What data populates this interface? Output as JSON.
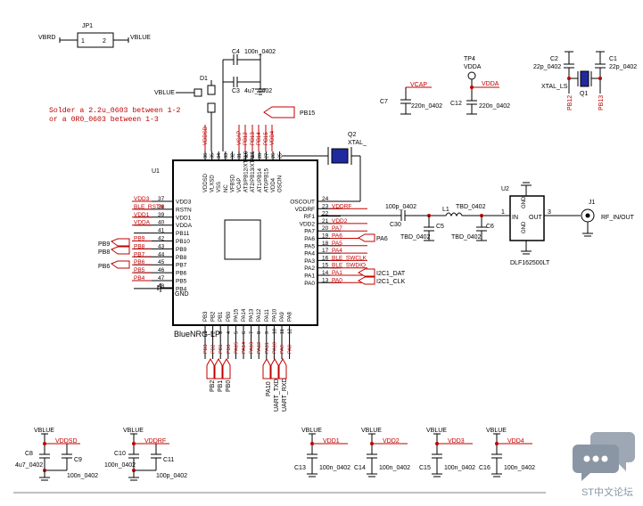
{
  "note": {
    "line1": "Solder a 2.2u_0603 between 1-2",
    "line2": "or a 0R0_0603 between 1-3"
  },
  "jumper": {
    "ref": "JP1",
    "left_net": "VBRD",
    "right_net": "VBLUE",
    "pin1": "1",
    "pin2": "2"
  },
  "diode": {
    "ref": "D1",
    "net": "VBLUE"
  },
  "caps_top": [
    {
      "ref": "C4",
      "value": "100n_0402"
    },
    {
      "ref": "C3",
      "value": "4u7_0402"
    },
    {
      "ref": "C7",
      "value": "220n_0402"
    },
    {
      "ref": "C12",
      "value": "220n_0402"
    },
    {
      "ref": "C2",
      "value": "22p_0402"
    },
    {
      "ref": "C1",
      "value": "22p_0402"
    }
  ],
  "tp4": {
    "ref": "TP4",
    "net": "VDDA"
  },
  "net_vcap": "VCAP",
  "net_vdda": "VDDA",
  "xtal_ls": {
    "ref": "Q1",
    "label": "XTAL_LS",
    "pin_left": "PB12",
    "pin_right": "PB13"
  },
  "xtal_hs": {
    "ref": "Q2",
    "label": "XTAL_"
  },
  "pb15_label": "PB15",
  "chip": {
    "ref": "U1",
    "name": "BlueNRG-LP",
    "left_pins": [
      {
        "num": "37",
        "name": "VDD3",
        "net": "VDD3"
      },
      {
        "num": "38",
        "name": "RSTN",
        "net": "BLE_RSTN"
      },
      {
        "num": "39",
        "name": "VDD1",
        "net": "VDD1"
      },
      {
        "num": "40",
        "name": "VDDA",
        "net": "VDDA"
      },
      {
        "num": "41",
        "name": "PB11",
        "net": ""
      },
      {
        "num": "42",
        "name": "PB10",
        "net": "PB9"
      },
      {
        "num": "43",
        "name": "PB9",
        "net": "PB8"
      },
      {
        "num": "44",
        "name": "PB8",
        "net": "PB7"
      },
      {
        "num": "45",
        "name": "PB7",
        "net": "PB6"
      },
      {
        "num": "46",
        "name": "PB6",
        "net": "PB5"
      },
      {
        "num": "47",
        "name": "PB5",
        "net": "PB4"
      },
      {
        "num": "48",
        "name": "PB4",
        "net": ""
      }
    ],
    "left_side_labels": [
      "PB9",
      "PB8",
      "PB6"
    ],
    "gnd_pin": "GND",
    "top_pins": [
      {
        "num": "36",
        "name": "VDDSD"
      },
      {
        "num": "35",
        "name": "VLXSD"
      },
      {
        "num": "34",
        "name": "VSS"
      },
      {
        "num": "33",
        "name": "NC"
      },
      {
        "num": "32",
        "name": "VFBSD"
      },
      {
        "num": "31",
        "name": "VCAP"
      },
      {
        "num": "30",
        "name": "AT3/PB12/XTAL0"
      },
      {
        "num": "29",
        "name": "AT2/PB13/XTAL1"
      },
      {
        "num": "28",
        "name": "AT1/PB14"
      },
      {
        "num": "27",
        "name": "AT0/PB15"
      },
      {
        "num": "26",
        "name": "VDD4"
      },
      {
        "num": "25",
        "name": "OSCIN"
      }
    ],
    "top_nets": [
      "VDDSD",
      "VCAP",
      "PB12",
      "PB13",
      "PB14",
      "PB15",
      "VDD4"
    ],
    "right_pins": [
      {
        "num": "24",
        "name": "OSCOUT",
        "net": ""
      },
      {
        "num": "23",
        "name": "VDDRF",
        "net": "VDDRF"
      },
      {
        "num": "22",
        "name": "RF1",
        "net": ""
      },
      {
        "num": "21",
        "name": "VDD2",
        "net": "VDD2"
      },
      {
        "num": "20",
        "name": "PA7",
        "net": "PA7"
      },
      {
        "num": "19",
        "name": "PA6",
        "net": "PA6"
      },
      {
        "num": "18",
        "name": "PA5",
        "net": "PA5"
      },
      {
        "num": "17",
        "name": "PA4",
        "net": "PA4"
      },
      {
        "num": "16",
        "name": "PA3",
        "net": "BLE_SWCLK"
      },
      {
        "num": "15",
        "name": "PA2",
        "net": "BLE_SWDIO"
      },
      {
        "num": "14",
        "name": "PA1",
        "net": "PA1"
      },
      {
        "num": "13",
        "name": "PA0",
        "net": "PA0"
      }
    ],
    "right_side_labels": {
      "pa6": "PA6",
      "i2c_dat": "I2C1_DAT",
      "i2c_clk": "I2C1_CLK"
    },
    "bottom_pins": [
      {
        "num": "1",
        "name": "PB3"
      },
      {
        "num": "2",
        "name": "PB2"
      },
      {
        "num": "3",
        "name": "PB1"
      },
      {
        "num": "4",
        "name": "PB0"
      },
      {
        "num": "5",
        "name": "PA15"
      },
      {
        "num": "6",
        "name": "PA14"
      },
      {
        "num": "7",
        "name": "PA13"
      },
      {
        "num": "8",
        "name": "PA12"
      },
      {
        "num": "9",
        "name": "PA11"
      },
      {
        "num": "10",
        "name": "PA10"
      },
      {
        "num": "11",
        "name": "PA9"
      },
      {
        "num": "12",
        "name": "PA8"
      }
    ],
    "bottom_nets": [
      "PB3",
      "PB2",
      "PB1",
      "PB0",
      "PA15",
      "PA14",
      "PA13",
      "PA12",
      "PA11",
      "PA10",
      "PA9",
      "PA8"
    ],
    "bottom_side_labels": [
      "PB2",
      "PB1",
      "PB0",
      "PA10",
      "UART_TXD",
      "UART_RXD"
    ]
  },
  "rf": {
    "c30": {
      "ref": "C30",
      "value": "100p_0402"
    },
    "l1": {
      "ref": "L1",
      "value": "TBD_0402"
    },
    "c5": {
      "ref": "C5",
      "value": "TBD_0402"
    },
    "c6": {
      "ref": "C6",
      "value": "TBD_0402"
    },
    "u2": {
      "ref": "U2",
      "part": "DLF162500LT",
      "in": "IN",
      "out": "OUT",
      "gnd": "GND",
      "pin_in": "1",
      "pin_out": "3"
    },
    "j1": {
      "ref": "J1",
      "net": "RF_IN/OUT"
    }
  },
  "decoupling": [
    {
      "supply": "VBLUE",
      "net": "VDDSD",
      "caps": [
        {
          "ref": "C8",
          "value": "4u7_0402"
        },
        {
          "ref": "C9",
          "value": "100n_0402"
        }
      ]
    },
    {
      "supply": "VBLUE",
      "net": "VDDRF",
      "caps": [
        {
          "ref": "C10",
          "value": "100n_0402"
        },
        {
          "ref": "C11",
          "value": "100p_0402"
        }
      ]
    },
    {
      "supply": "VBLUE",
      "net": "VDD1",
      "caps": [
        {
          "ref": "C13",
          "value": "100n_0402"
        }
      ]
    },
    {
      "supply": "VBLUE",
      "net": "VDD2",
      "caps": [
        {
          "ref": "C14",
          "value": "100n_0402"
        }
      ]
    },
    {
      "supply": "VBLUE",
      "net": "VDD3",
      "caps": [
        {
          "ref": "C15",
          "value": "100n_0402"
        }
      ]
    },
    {
      "supply": "VBLUE",
      "net": "VDD4",
      "caps": [
        {
          "ref": "C16",
          "value": "100n_0402"
        }
      ]
    }
  ],
  "watermark": {
    "text": "ST中文论坛"
  }
}
